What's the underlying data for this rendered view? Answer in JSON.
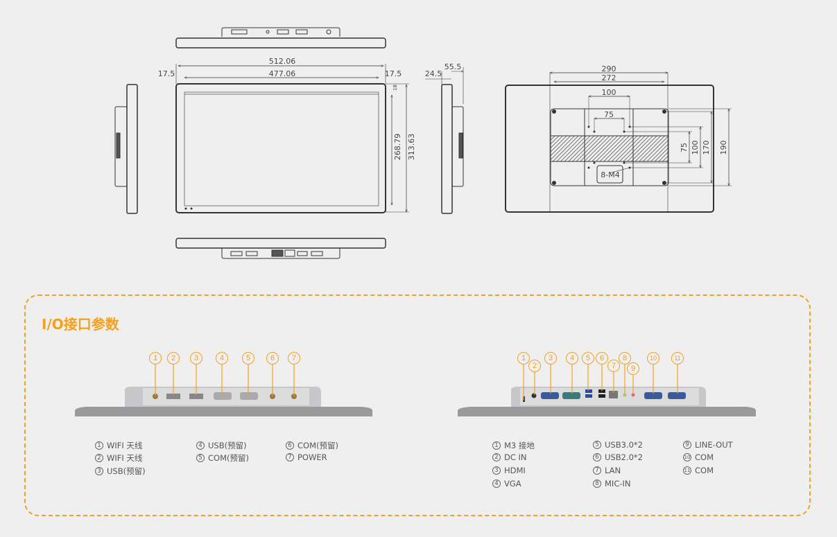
{
  "dimensions": {
    "front_total_width": "512.06",
    "front_screen_width": "477.06",
    "front_left_margin": "17.5",
    "front_right_margin": "17.5",
    "front_top_offset": "18",
    "front_screen_height": "268.79",
    "front_total_height": "313.63",
    "side_depth_panel": "24.5",
    "side_depth_total": "55.5",
    "back_width_290": "290",
    "back_width_272": "272",
    "back_vesa_100": "100",
    "back_vesa_75": "75",
    "back_height_75": "75",
    "back_height_100": "100",
    "back_height_170": "170",
    "back_height_190": "190",
    "screw_label": "8-M4"
  },
  "io": {
    "title": "I/O接口参数",
    "accent_color": "#f2a01e",
    "top_panel": {
      "callouts": [
        "1",
        "2",
        "3",
        "4",
        "5",
        "6",
        "7"
      ],
      "legend": [
        {
          "num": "1",
          "label": "WIFI 天线"
        },
        {
          "num": "2",
          "label": "WIFI 天线"
        },
        {
          "num": "3",
          "label": "USB(预留)"
        },
        {
          "num": "4",
          "label": "USB(预留)"
        },
        {
          "num": "5",
          "label": "COM(预留)"
        },
        {
          "num": "6",
          "label": "COM(预留)"
        },
        {
          "num": "7",
          "label": "POWER"
        }
      ]
    },
    "bottom_panel": {
      "callouts": [
        "1",
        "2",
        "3",
        "4",
        "5",
        "6",
        "7",
        "8",
        "9",
        "10",
        "11"
      ],
      "legend": [
        {
          "num": "1",
          "label": "M3 接地"
        },
        {
          "num": "2",
          "label": "DC IN"
        },
        {
          "num": "3",
          "label": "HDMI"
        },
        {
          "num": "4",
          "label": "VGA"
        },
        {
          "num": "5",
          "label": "USB3.0*2"
        },
        {
          "num": "6",
          "label": "USB2.0*2"
        },
        {
          "num": "7",
          "label": "LAN"
        },
        {
          "num": "8",
          "label": "MIC-IN"
        },
        {
          "num": "9",
          "label": "LINE-OUT"
        },
        {
          "num": "10",
          "label": "COM"
        },
        {
          "num": "11",
          "label": "COM"
        }
      ]
    }
  }
}
